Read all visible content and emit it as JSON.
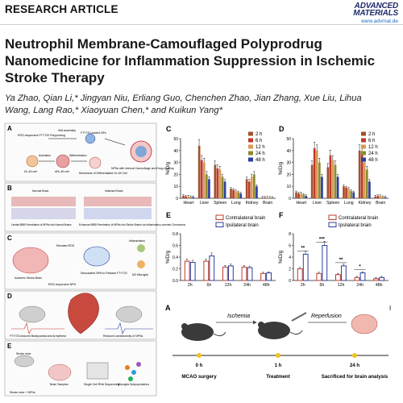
{
  "header": {
    "article_type": "RESEARCH ARTICLE",
    "journal_line1": "ADVANCED",
    "journal_line2": "MATERIALS",
    "journal_url": "www.advmat.de"
  },
  "title": "Neutrophil Membrane-Camouflaged Polyprodrug Nanomedicine for Inflammation Suppression in Ischemic Stroke Therapy",
  "authors": "Ya Zhao, Qian Li,* Jingyan Niu, Erliang Guo, Chenchen Zhao, Jian Zhang, Xue Liu, Lihua Wang, Lang Rao,* Xiaoyuan Chen,* and Kuikun Yang*",
  "colors": {
    "red": "#c0392b",
    "blue": "#2c3e9e",
    "orange": "#d99a55"
  },
  "schematic": {
    "panels": [
      {
        "letter": "A",
        "labels": [
          "Self-assembly",
          "ROS-responsive FTY720 Polyprodrug",
          "FTY720-loaded NPs",
          "NPNs with internal Camouflage and Drug-Loading",
          "Activation",
          "Differentiation",
          "Membrane of Differentiated HL-60 Cell",
          "HL-60 cell",
          "dHL-60 cell"
        ]
      },
      {
        "letter": "B",
        "labels": [
          "Normal Brain",
          "Inflamed Brain",
          "Limited BBB Penetration of NPNs into Normal Brains",
          "Enhanced BBB Penetration of NPNs into Stroke Brains via Inflammation-oriented Chemotaxis"
        ]
      },
      {
        "letter": "C",
        "labels": [
          "Ischemic Stroke Brain",
          "Elevated ROS",
          "ROS-responsive NPN",
          "Dissociated NPN to Release FTY720",
          "Inflammation",
          "M2 Microglia"
        ]
      },
      {
        "letter": "D",
        "labels": [
          "FTY720-induced Bradycardia and Arrhythmia",
          "Reduced cardiotoxicity of NPNs"
        ]
      },
      {
        "letter": "E",
        "labels": [
          "Brain Samples",
          "Single Cell RNA Sequencing",
          "Microglia Subpopulations",
          "Stroke mice"
        ]
      }
    ],
    "footer_label": "Stroke mice + NPNs"
  },
  "figure_letters": {
    "C": "C",
    "D": "D",
    "E": "E",
    "F": "F"
  },
  "legend_time": [
    "2 h",
    "6 h",
    "12 h",
    "24 h",
    "48 h"
  ],
  "time_colors": [
    "#a0522d",
    "#c0392b",
    "#d99a55",
    "#8b8b2f",
    "#2c3e9e"
  ],
  "legend_side": [
    "Contralateral brain",
    "Ipsilateral brain"
  ],
  "chart_data": [
    {
      "type": "bar",
      "panel": "C",
      "ylabel": "%ID/g",
      "ylim": [
        0,
        50
      ],
      "yticks": [
        0,
        10,
        20,
        30,
        40,
        50
      ],
      "categories": [
        "Heart",
        "Liver",
        "Spleen",
        "Lung",
        "Kidney",
        "Brain"
      ],
      "series": [
        {
          "name": "2 h",
          "values": [
            2,
            44,
            28,
            8,
            16,
            0.5
          ]
        },
        {
          "name": "6 h",
          "values": [
            1.5,
            32,
            25,
            7,
            14,
            0.6
          ]
        },
        {
          "name": "12 h",
          "values": [
            1.5,
            30,
            24,
            6,
            18,
            0.5
          ]
        },
        {
          "name": "24 h",
          "values": [
            1,
            20,
            18,
            5,
            20,
            0.4
          ]
        },
        {
          "name": "48 h",
          "values": [
            1,
            16,
            14,
            4,
            10,
            0.3
          ]
        }
      ]
    },
    {
      "type": "bar",
      "panel": "D",
      "ylabel": "%ID/g",
      "ylim": [
        0,
        50
      ],
      "yticks": [
        0,
        10,
        20,
        30,
        40,
        50
      ],
      "categories": [
        "Heart",
        "Liver",
        "Spleen",
        "Lung",
        "Kidney",
        "Brain"
      ],
      "series": [
        {
          "name": "2 h",
          "values": [
            5,
            28,
            26,
            10,
            40,
            1.5
          ]
        },
        {
          "name": "6 h",
          "values": [
            4,
            42,
            36,
            9,
            39,
            2
          ]
        },
        {
          "name": "12 h",
          "values": [
            4,
            40,
            32,
            8,
            30,
            1.8
          ]
        },
        {
          "name": "24 h",
          "values": [
            3,
            30,
            28,
            6,
            24,
            1
          ]
        },
        {
          "name": "48 h",
          "values": [
            2,
            18,
            18,
            5,
            14,
            0.8
          ]
        }
      ]
    },
    {
      "type": "bar",
      "panel": "E",
      "ylabel": "%ID/g",
      "ylim": [
        0,
        0.8
      ],
      "yticks": [
        0.0,
        0.2,
        0.4,
        0.6,
        0.8
      ],
      "categories": [
        "2h",
        "6h",
        "12h",
        "24h",
        "48h"
      ],
      "series": [
        {
          "name": "Contralateral brain",
          "values": [
            0.33,
            0.33,
            0.23,
            0.23,
            0.12
          ]
        },
        {
          "name": "Ipsilateral brain",
          "values": [
            0.31,
            0.42,
            0.25,
            0.22,
            0.13
          ]
        }
      ]
    },
    {
      "type": "bar",
      "panel": "F",
      "ylabel": "%ID/g",
      "ylim": [
        0,
        8
      ],
      "yticks": [
        0,
        2,
        4,
        6,
        8
      ],
      "categories": [
        "2h",
        "6h",
        "12h",
        "24h",
        "48h"
      ],
      "series": [
        {
          "name": "Contralateral brain",
          "values": [
            2.0,
            1.2,
            1.0,
            0.5,
            0.3
          ]
        },
        {
          "name": "Ipsilateral brain",
          "values": [
            4.5,
            6.0,
            2.5,
            1.3,
            0.5
          ]
        }
      ],
      "annotations": [
        "**",
        "***",
        "**",
        "*"
      ]
    }
  ],
  "timeline": {
    "letter": "A",
    "labels": {
      "ischemia": "Ischemia",
      "reperfusion": "Reperfusion",
      "marker_right": "I"
    },
    "times": [
      "0 h",
      "1 h",
      "24 h"
    ],
    "events": [
      "MCAO surgery",
      "Treatment",
      "Sacrificed for brain analysis"
    ]
  }
}
